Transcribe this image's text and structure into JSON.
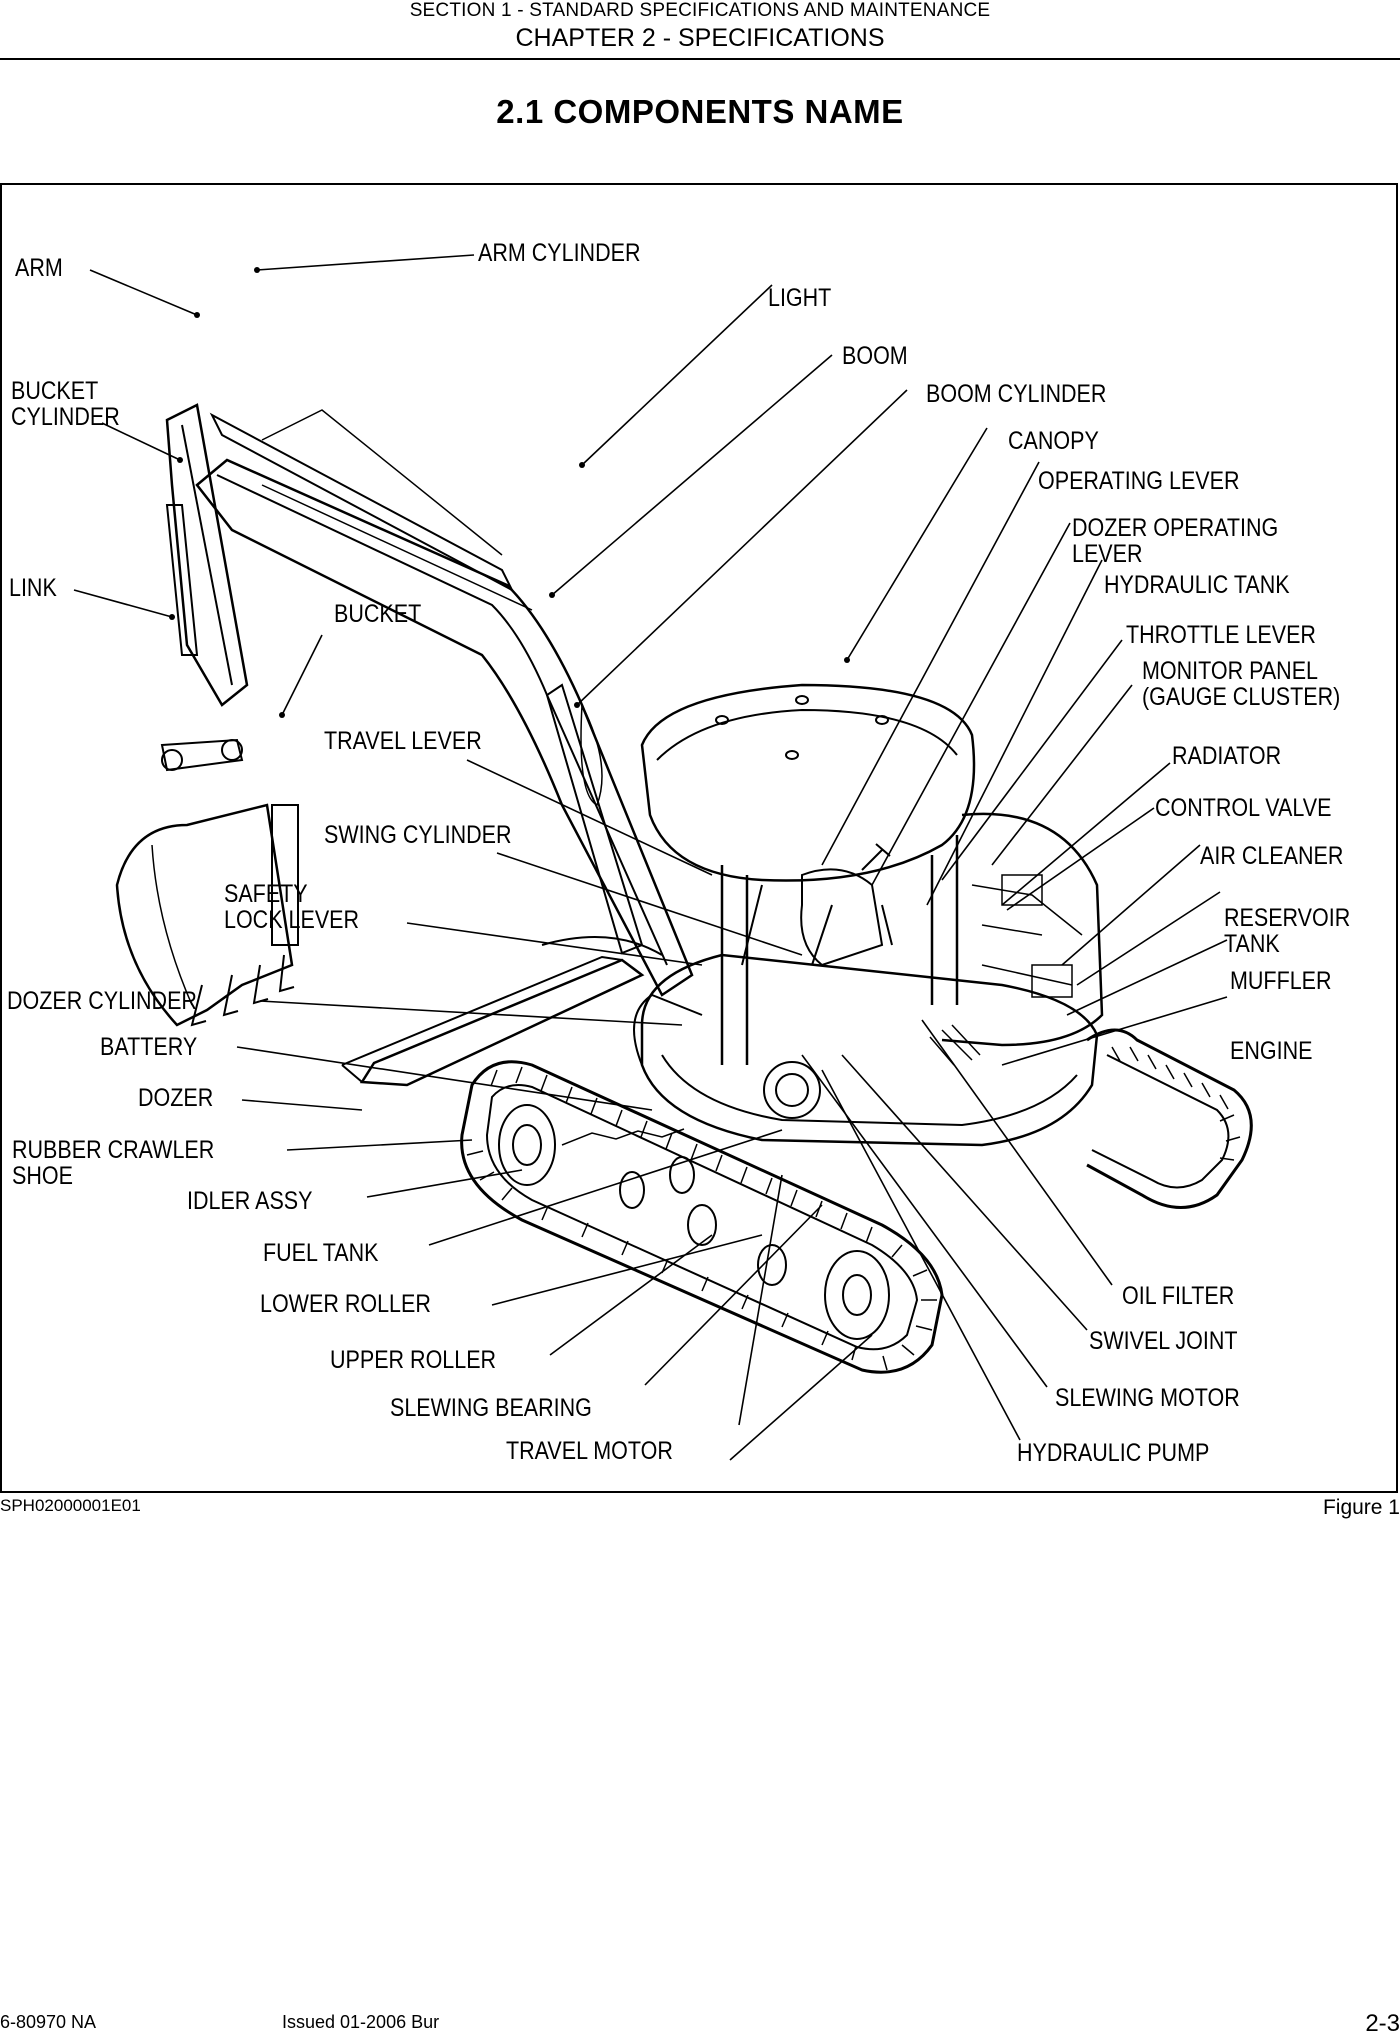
{
  "header": {
    "section": "SECTION 1 - STANDARD SPECIFICATIONS AND MAINTENANCE",
    "chapter": "CHAPTER 2 - SPECIFICATIONS"
  },
  "title": "2.1  COMPONENTS NAME",
  "figure": {
    "code": "SPH02000001E01",
    "number": "Figure 1",
    "labels": {
      "arm": "ARM",
      "arm_cylinder": "ARM CYLINDER",
      "light": "LIGHT",
      "boom": "BOOM",
      "boom_cylinder": "BOOM CYLINDER",
      "canopy": "CANOPY",
      "operating_lever": "OPERATING LEVER",
      "dozer_operating_lever": "DOZER OPERATING\nLEVER",
      "hydraulic_tank": "HYDRAULIC TANK",
      "throttle_lever": "THROTTLE LEVER",
      "monitor_panel": "MONITOR PANEL\n(GAUGE CLUSTER)",
      "radiator": "RADIATOR",
      "control_valve": "CONTROL VALVE",
      "air_cleaner": "AIR CLEANER",
      "reservoir_tank": "RESERVOIR\nTANK",
      "muffler": "MUFFLER",
      "engine": "ENGINE",
      "bucket_cylinder": "BUCKET\nCYLINDER",
      "link": "LINK",
      "bucket": "BUCKET",
      "travel_lever": "TRAVEL LEVER",
      "swing_cylinder": "SWING CYLINDER",
      "safety_lock_lever": "SAFETY\nLOCK LEVER",
      "dozer_cylinder": "DOZER CYLINDER",
      "battery": "BATTERY",
      "dozer": "DOZER",
      "rubber_crawler_shoe": "RUBBER CRAWLER\nSHOE",
      "idler_assy": "IDLER ASSY",
      "fuel_tank": "FUEL TANK",
      "lower_roller": "LOWER ROLLER",
      "upper_roller": "UPPER ROLLER",
      "slewing_bearing": "SLEWING BEARING",
      "travel_motor": "TRAVEL MOTOR",
      "oil_filter": "OIL FILTER",
      "swivel_joint": "SWIVEL JOINT",
      "slewing_motor": "SLEWING MOTOR",
      "hydraulic_pump": "HYDRAULIC PUMP"
    }
  },
  "footer": {
    "doc_number": "6-80970 NA",
    "issued": "Issued 01-2006    Bur",
    "page": "2-3"
  }
}
